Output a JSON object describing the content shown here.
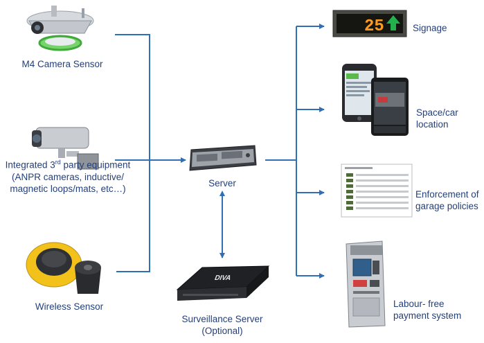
{
  "inputs": {
    "camera": {
      "label": "M4 Camera Sensor"
    },
    "third_party": {
      "line1_prefix": "Integrated 3",
      "line1_sup": "rd",
      "line1_suffix": " party equipment",
      "line2": "(ANPR cameras, inductive/",
      "line3": "magnetic loops/mats, etc…)"
    },
    "wireless": {
      "label": "Wireless Sensor"
    }
  },
  "center": {
    "server": {
      "label": "Server"
    },
    "surveillance": {
      "line1": "Surveillance Server",
      "line2": "(Optional)"
    }
  },
  "outputs": {
    "signage": {
      "label": "Signage",
      "display_value": "25"
    },
    "space": {
      "line1": "Space/car",
      "line2": "location"
    },
    "enforcement": {
      "line1": "Enforcement of",
      "line2": "garage policies"
    },
    "payment": {
      "line1": "Labour- free",
      "line2": "payment system"
    }
  },
  "colors": {
    "connector": "#2e6fb6",
    "text": "#233f7a",
    "sign_digits": "#ff9a1f",
    "sign_arrow": "#22b14c"
  }
}
